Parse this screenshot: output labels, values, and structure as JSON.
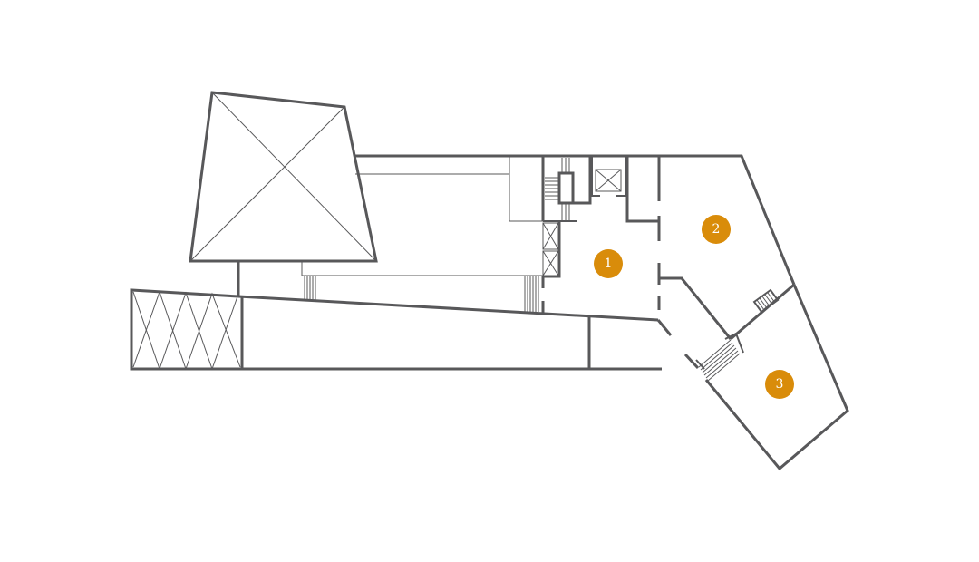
{
  "colors": {
    "wall": "#58585a",
    "marker": "#d98c0a",
    "marker_text": "#ffffff",
    "background": "#ffffff"
  },
  "markers": [
    {
      "id": "room-1",
      "label": "1"
    },
    {
      "id": "room-2",
      "label": "2"
    },
    {
      "id": "room-3",
      "label": "3"
    }
  ]
}
